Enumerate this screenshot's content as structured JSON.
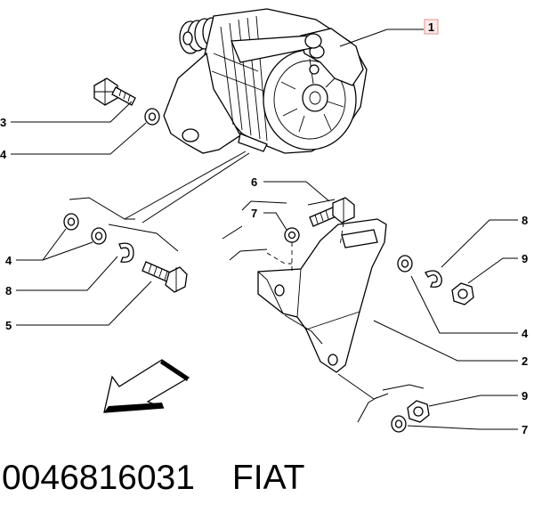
{
  "colors": {
    "lines": "#000000",
    "background": "#ffffff",
    "highlight_box": "#e8a0a0",
    "highlight_fill": "#fde9e9"
  },
  "callouts": [
    {
      "id": "c1",
      "text": "1"
    },
    {
      "id": "c3",
      "text": "3"
    },
    {
      "id": "c4a",
      "text": "4"
    },
    {
      "id": "c6",
      "text": "6"
    },
    {
      "id": "c7a",
      "text": "7"
    },
    {
      "id": "c4b",
      "text": "4"
    },
    {
      "id": "c8a",
      "text": "8"
    },
    {
      "id": "c5",
      "text": "5"
    },
    {
      "id": "c8b",
      "text": "8"
    },
    {
      "id": "c9a",
      "text": "9"
    },
    {
      "id": "c4c",
      "text": "4"
    },
    {
      "id": "c2",
      "text": "2"
    },
    {
      "id": "c9b",
      "text": "9"
    },
    {
      "id": "c7b",
      "text": "7"
    }
  ],
  "caption": {
    "part_number": "0046816031",
    "brand": "FIAT"
  },
  "icons": {
    "arrow": "direction-arrow-icon"
  }
}
